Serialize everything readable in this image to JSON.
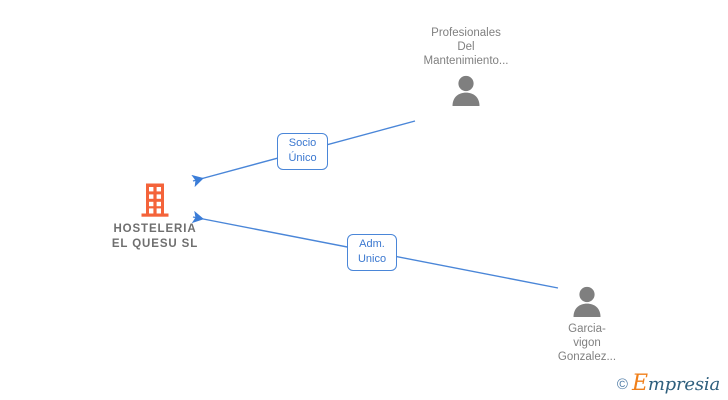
{
  "diagram": {
    "title_company": "HOSTELERIA\nEL QUESU  SL",
    "nodes": [
      {
        "id": "partner",
        "icon": "person-icon",
        "label": "Profesionales\nDel\nMantenimiento...",
        "role": "Socio Único"
      },
      {
        "id": "company",
        "icon": "building-icon",
        "label": "HOSTELERIA\nEL QUESU  SL"
      },
      {
        "id": "admin",
        "icon": "person-icon",
        "label": "Garcia-\nvigon\nGonzalez...",
        "role": "Adm. Unico"
      }
    ],
    "edges": [
      {
        "id": "edge-socio",
        "label": "Socio\nÚnico",
        "from": "partner",
        "to": "company"
      },
      {
        "id": "edge-adm",
        "label": "Adm.\nUnico",
        "from": "admin",
        "to": "company"
      }
    ],
    "colors": {
      "company_icon": "#f4633a",
      "person_icon": "#7f7f7f",
      "edge_line": "#4a86d8",
      "edge_text": "#3b78d0",
      "node_text": "#808080",
      "company_text": "#6f6f6f",
      "background": "#ffffff"
    }
  },
  "watermark": {
    "copyright": "©",
    "brand_initial": "E",
    "brand_rest": "mpresia"
  }
}
